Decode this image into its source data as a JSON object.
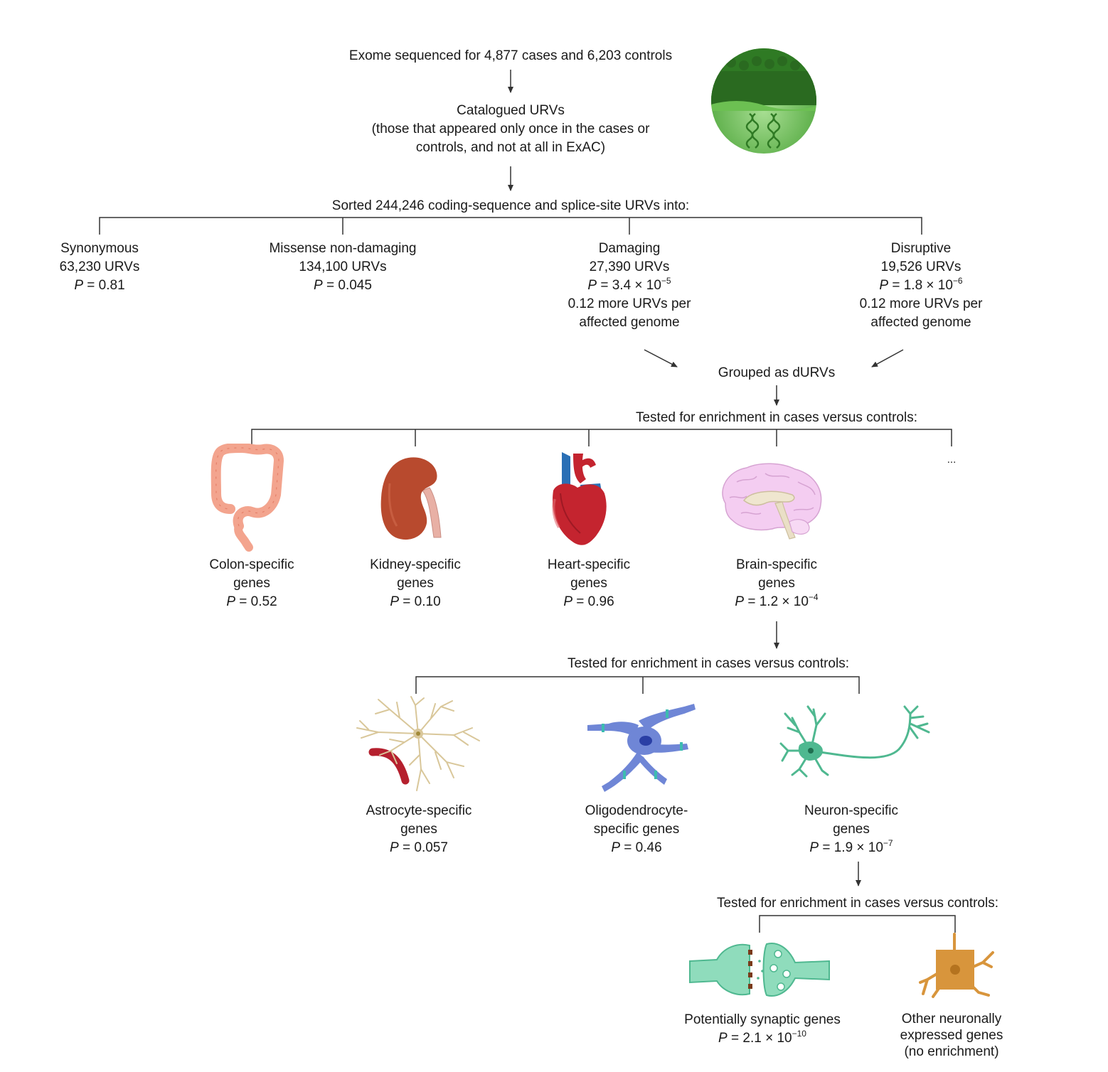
{
  "top": {
    "exome": "Exome sequenced for 4,877 cases and 6,203 controls",
    "catalogued": "Catalogued URVs",
    "catalogued_sub1": "(those that appeared only once in the cases or",
    "catalogued_sub2": "controls, and not at all in ExAC)",
    "sorted": "Sorted 244,246 coding-sequence and splice-site URVs into:"
  },
  "categories": [
    {
      "name": "Synonymous",
      "count": "63,230 URVs",
      "p_label": "P",
      "p_value": "= 0.81"
    },
    {
      "name": "Missense non-damaging",
      "count": "134,100 URVs",
      "p_label": "P",
      "p_value": "= 0.045"
    },
    {
      "name": "Damaging",
      "count": "27,390 URVs",
      "p_label": "P",
      "p_value": "= 3.4 × 10",
      "p_exp": "−5",
      "extra1": "0.12 more URVs per",
      "extra2": "affected genome"
    },
    {
      "name": "Disruptive",
      "count": "19,526 URVs",
      "p_label": "P",
      "p_value": "= 1.8 × 10",
      "p_exp": "−6",
      "extra1": "0.12 more URVs per",
      "extra2": "affected genome"
    }
  ],
  "grouped": "Grouped as dURVs",
  "tested_label": "Tested for enrichment in cases versus controls:",
  "tissues": [
    {
      "name1": "Colon-specific",
      "name2": "genes",
      "p_label": "P",
      "p_value": "= 0.52"
    },
    {
      "name1": "Kidney-specific",
      "name2": "genes",
      "p_label": "P",
      "p_value": "= 0.10"
    },
    {
      "name1": "Heart-specific",
      "name2": "genes",
      "p_label": "P",
      "p_value": "= 0.96"
    },
    {
      "name1": "Brain-specific",
      "name2": "genes",
      "p_label": "P",
      "p_value": "= 1.2 × 10",
      "p_exp": "−4"
    }
  ],
  "ellipsis": "...",
  "cells": [
    {
      "name1": "Astrocyte-specific",
      "name2": "genes",
      "p_label": "P",
      "p_value": "= 0.057"
    },
    {
      "name1": "Oligodendrocyte-",
      "name2": "specific genes",
      "p_label": "P",
      "p_value": "= 0.46"
    },
    {
      "name1": "Neuron-specific",
      "name2": "genes",
      "p_label": "P",
      "p_value": "= 1.9 × 10",
      "p_exp": "−7"
    }
  ],
  "neuron_sub": [
    {
      "name1": "Potentially synaptic genes",
      "p_label": "P",
      "p_value": "= 2.1 × 10",
      "p_exp": "−10"
    },
    {
      "name1": "Other neuronally",
      "name2": "expressed genes",
      "name3": "(no enrichment)"
    }
  ],
  "colors": {
    "line": "#333333",
    "cohort_green": "#3f8f2f",
    "colon": "#f3a48e",
    "kidney": "#b84a2e",
    "heart": "#c4242f",
    "heart_vessel": "#2a6fb5",
    "brain": "#f2c8ef",
    "astrocyte": "#d9c79a",
    "oligodendrocyte": "#6f86d6",
    "neuron": "#4fb890",
    "synapse": "#8fdcbc",
    "other_neuron": "#d8953c"
  }
}
